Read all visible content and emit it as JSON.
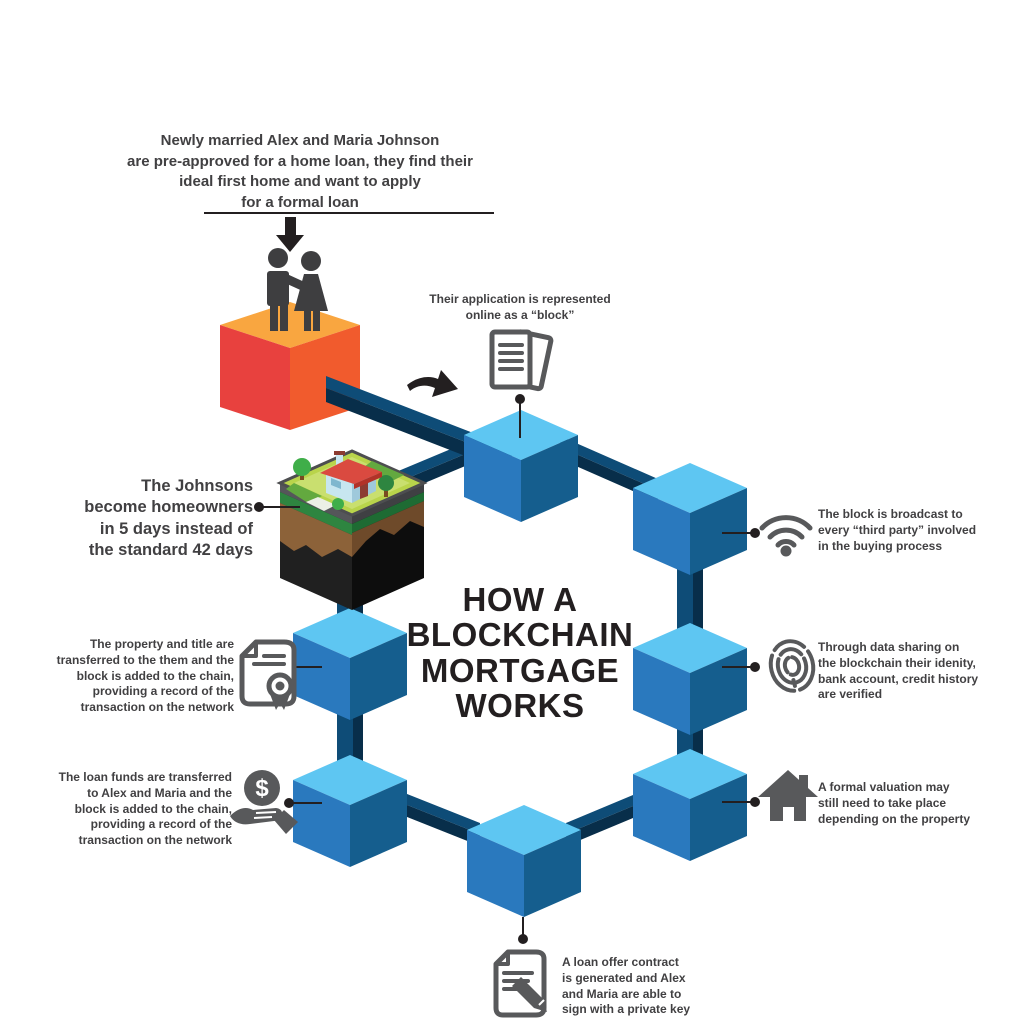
{
  "title": {
    "text": "HOW A\nBLOCKCHAIN\nMORTGAGE\nWORKS"
  },
  "intro": {
    "text": "Newly married Alex and Maria Johnson\nare pre-approved for a home loan, they find their\nideal first home and want to apply\nfor a formal loan",
    "icon": "couple-icon"
  },
  "steps": [
    {
      "id": "application",
      "text": "Their application is represented\nonline as a “block”",
      "icon": "document-icon"
    },
    {
      "id": "broadcast",
      "text": "The block is broadcast to\nevery “third party” involved\nin the buying process",
      "icon": "wifi-icon"
    },
    {
      "id": "verify",
      "text": "Through data sharing on\nthe blockchain their idenity,\nbank account, credit history\nare verified",
      "icon": "fingerprint-icon"
    },
    {
      "id": "valuation",
      "text": "A formal valuation may\nstill need to take place\ndepending on the property",
      "icon": "house-icon"
    },
    {
      "id": "contract",
      "text": "A loan offer contract\nis generated and Alex\nand Maria are able to\nsign with a private key",
      "icon": "contract-sign-icon"
    },
    {
      "id": "funds",
      "text": "The loan funds are transferred\nto Alex and Maria and the\nblock is added to the chain,\nproviding a record of the\ntransaction on the network",
      "icon": "money-hand-icon"
    },
    {
      "id": "property",
      "text": "The property and title are\ntransferred to the them and the\nblock is added to the chain,\nproviding a record of the\ntransaction on the network",
      "icon": "certificate-icon"
    }
  ],
  "outcome": {
    "text": "The Johnsons\nbecome homeowners\nin 5 days instead of\nthe standard 42 days",
    "icon": "home-land-cube"
  },
  "icons": {
    "money_symbol": "$"
  },
  "colors": {
    "ink": "#414042",
    "title-ink": "#231F20",
    "icon": "#58595B",
    "cube-top": "#5EC6F2",
    "cube-left": "#2A79BE",
    "cube-right": "#155E8E",
    "bar-top": "#0E4C77",
    "bar-side": "#082E4A",
    "orange-top": "#F9A640",
    "orange-left": "#E8413E",
    "orange-right": "#F15B2D"
  }
}
